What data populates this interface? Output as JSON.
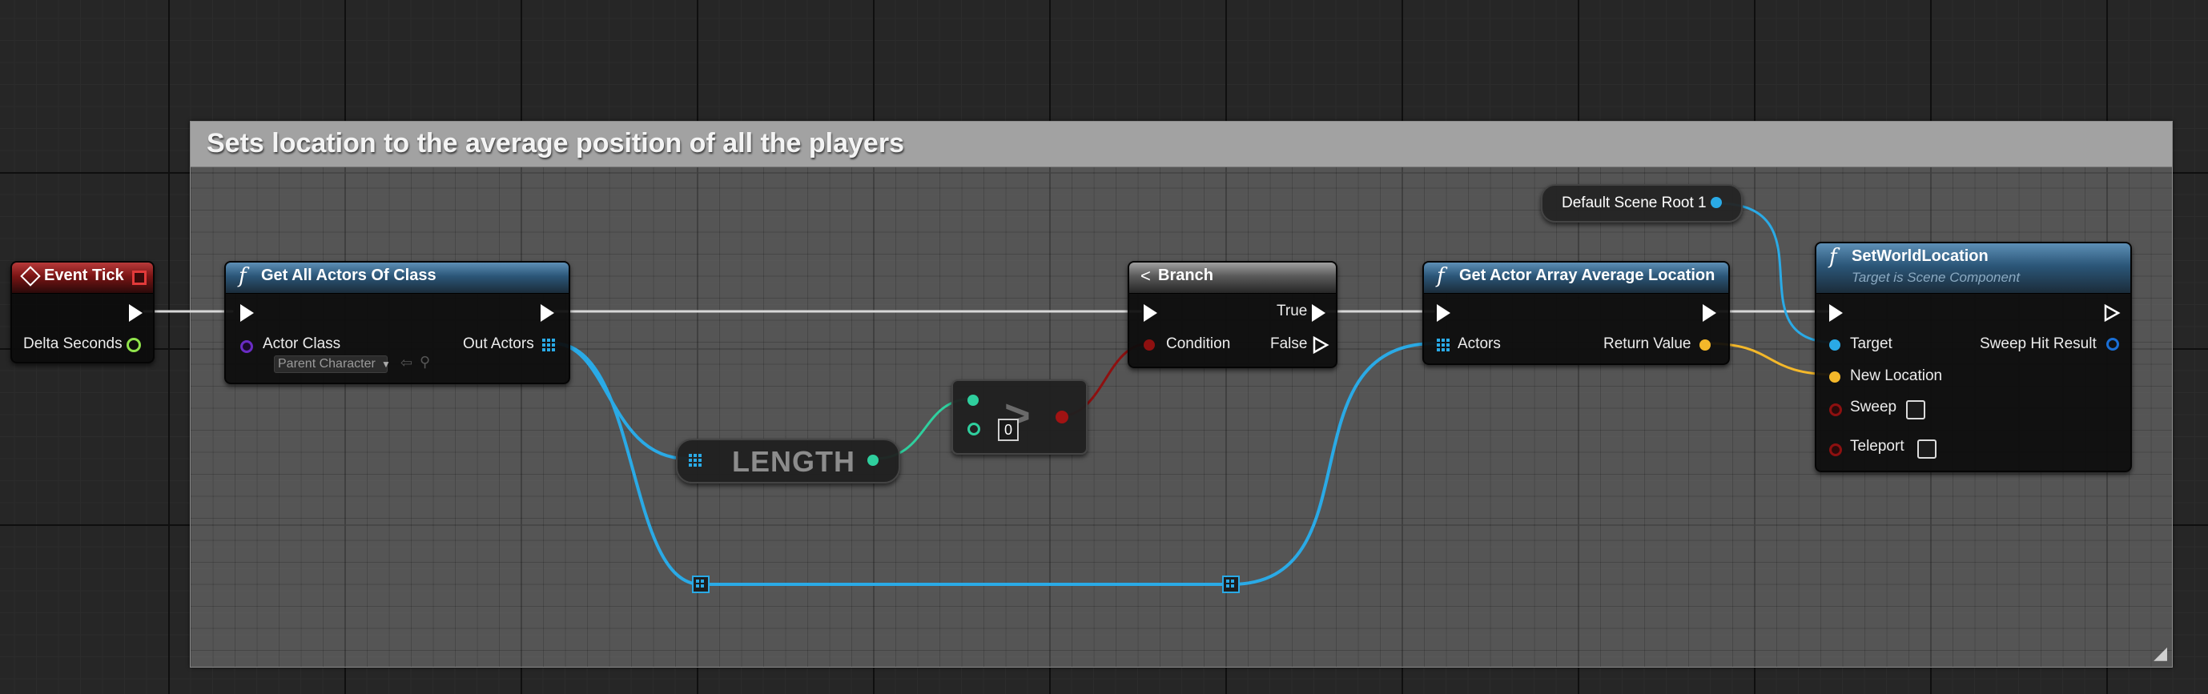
{
  "colors": {
    "exec_wire": "#d8d8d8",
    "object_wire": "#2aaae6",
    "int_wire": "#2fcf9e",
    "bool_wire": "#8e1010",
    "vector_wire": "#f4b82a",
    "function_header": "#2b5678",
    "event_header": "#7a1414"
  },
  "comment": {
    "title": "Sets location to the average position of all the players"
  },
  "nodes": {
    "event_tick": {
      "title": "Event Tick",
      "delta_seconds": "Delta Seconds"
    },
    "get_all_actors": {
      "title": "Get All Actors Of Class",
      "actor_class": "Actor Class",
      "actor_class_value": "Parent Character",
      "out_actors": "Out Actors"
    },
    "length": {
      "title": "LENGTH"
    },
    "compare": {
      "input_value": "0",
      "symbol_icon": "greater-than-icon"
    },
    "branch": {
      "title": "Branch",
      "condition": "Condition",
      "true_label": "True",
      "false_label": "False"
    },
    "average_location": {
      "title": "Get Actor Array Average Location",
      "actors": "Actors",
      "return_value": "Return Value"
    },
    "default_scene_root": {
      "title": "Default Scene Root 1"
    },
    "set_world_location": {
      "title": "SetWorldLocation",
      "subtitle": "Target is Scene Component",
      "target": "Target",
      "sweep_hit_result": "Sweep Hit Result",
      "new_location": "New Location",
      "sweep": "Sweep",
      "teleport": "Teleport"
    }
  }
}
